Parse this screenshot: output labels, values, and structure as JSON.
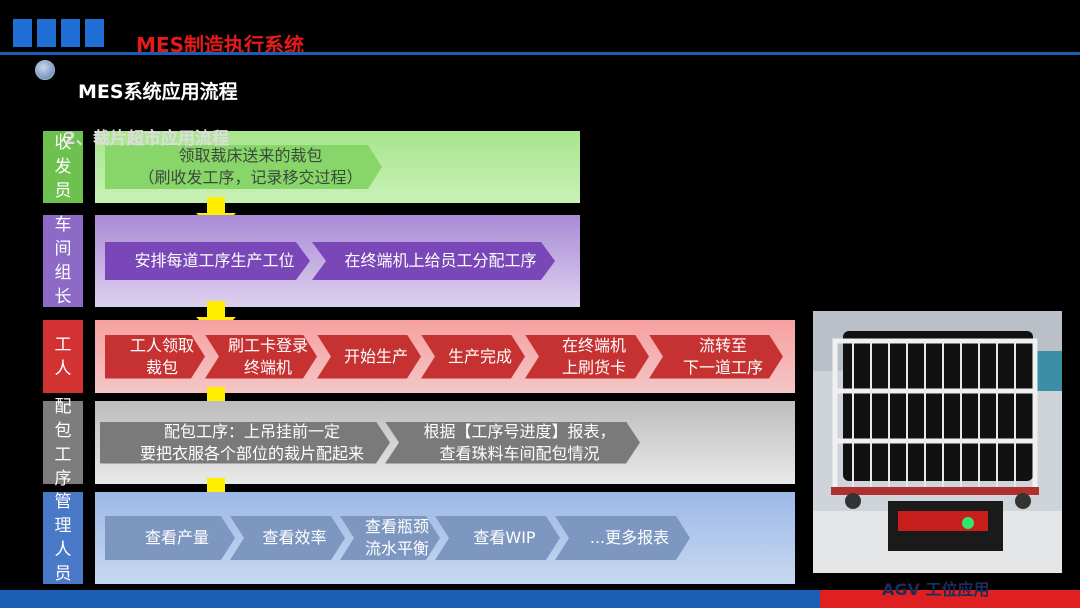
{
  "header": {
    "title": "MES制造执行系统",
    "subtitle": "MES系统应用流程",
    "section": "2、裁片超市应用流程"
  },
  "lanes": [
    {
      "role": "收发员",
      "color": "#9be07a",
      "steps": [
        "领取裁床送来的裁包\n（刷收发工序，记录移交过程）"
      ]
    },
    {
      "role": "车间组长",
      "color": "#a589d2",
      "steps": [
        "安排每道工序生产工位",
        "在终端机上给员工分配工序"
      ]
    },
    {
      "role": "工人",
      "color": "#f28a8a",
      "steps": [
        "工人领取\n裁包",
        "刷工卡登录\n终端机",
        "开始生产",
        "生产完成",
        "在终端机\n上刷货卡",
        "流转至\n下一道工序"
      ]
    },
    {
      "role": "配包工序",
      "color": "#a6a6a6",
      "steps": [
        "配包工序：上吊挂前一定\n要把衣服各个部位的裁片配起来",
        "根据【工序号进度】报表，\n查看珠料车间配包情况"
      ]
    },
    {
      "role": "管理人员",
      "color": "#8fb0df",
      "steps": [
        "查看产量",
        "查看效率",
        "查看瓶颈\n流水平衡",
        "查看WIP",
        "...更多报表"
      ]
    }
  ],
  "photo_caption": "AGV 工位应用",
  "colors": {
    "accent_blue": "#1a5fb4",
    "title_red": "#e51b1b",
    "arrow_yellow": "#ffee00"
  }
}
